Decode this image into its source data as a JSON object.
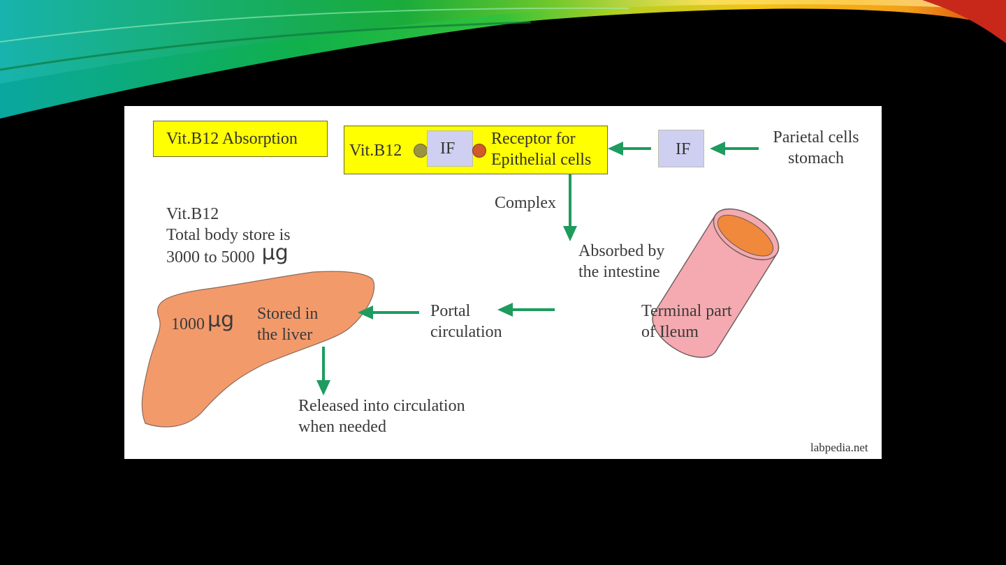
{
  "diagram": {
    "title": "Vit.B12 Absorption",
    "complex_box": {
      "vit_label": "Vit.B12",
      "if_label": "IF",
      "receptor_label": "Receptor for\nEpithelial cells"
    },
    "if_box_label": "IF",
    "parietal_label": "Parietal cells\nstomach",
    "complex_label": "Complex",
    "store_text": {
      "line1": "Vit.B12",
      "line2": "Total body store  is",
      "line3": "3000 to 5000",
      "unit": "μg"
    },
    "absorbed_label": "Absorbed by\nthe intestine",
    "terminal_label": "Terminal part\nof Ileum",
    "portal_label": "Portal\ncirculation",
    "liver_amount": "1000",
    "liver_unit": "μg",
    "liver_label": "Stored in\nthe liver",
    "released_label": "Released into circulation\nwhen needed",
    "credit": "labpedia.net"
  },
  "colors": {
    "arrow": "#1e9b5e",
    "yellow": "#ffff00",
    "if_box": "#cfcff2",
    "liver": "#f39a6b",
    "intestine": "#f4aab0",
    "intestine_opening": "#f0893b",
    "b12_dot": "#9a9440",
    "receptor_dot": "#cf5a2a"
  }
}
